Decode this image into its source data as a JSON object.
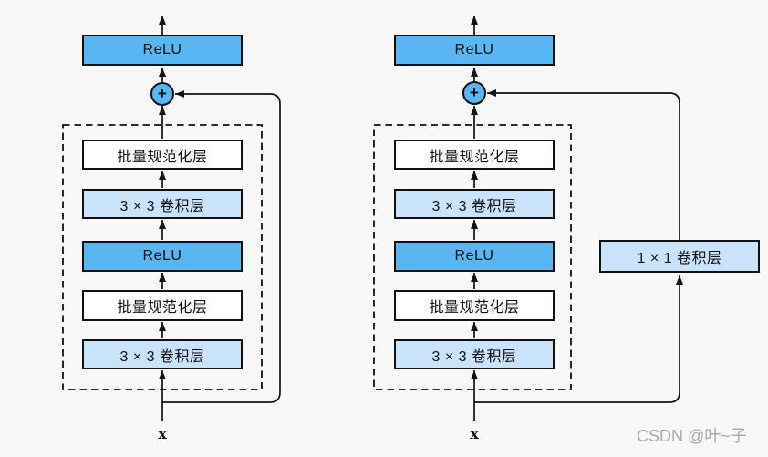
{
  "figure": {
    "background": "#f8f8f8",
    "accent_blue": "#58b6f3",
    "light_blue": "#c9e3fb",
    "box_white": "#ffffff",
    "line_color": "#111111",
    "watermark_color": "#a8a8a8"
  },
  "left_block": {
    "output_activation": "ReLU",
    "adder": "+",
    "layers": [
      "批量规范化层",
      "3 × 3 卷积层",
      "ReLU",
      "批量规范化层",
      "3 × 3 卷积层"
    ],
    "input": "x"
  },
  "right_block": {
    "output_activation": "ReLU",
    "adder": "+",
    "layers": [
      "批量规范化层",
      "3 × 3 卷积层",
      "ReLU",
      "批量规范化层",
      "3 × 3 卷积层"
    ],
    "shortcut_layer": "1 × 1 卷积层",
    "input": "x"
  },
  "watermark": "CSDN @叶~子"
}
